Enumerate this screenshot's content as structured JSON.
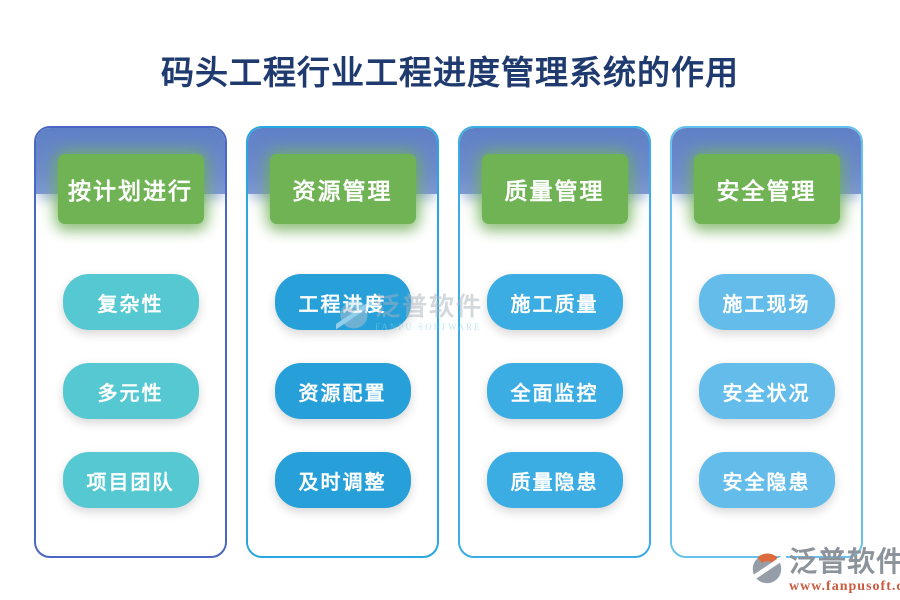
{
  "title": "码头工程行业工程进度管理系统的作用",
  "columns": [
    {
      "header": "按计划进行",
      "items": [
        "复杂性",
        "多元性",
        "项目团队"
      ],
      "pill_color": "#55c8d1",
      "border_color": "#4a68c2"
    },
    {
      "header": "资源管理",
      "items": [
        "工程进度",
        "资源配置",
        "及时调整"
      ],
      "pill_color": "#27a0da",
      "border_color": "#29a7e0"
    },
    {
      "header": "质量管理",
      "items": [
        "施工质量",
        "全面监控",
        "质量隐患"
      ],
      "pill_color": "#3cade3",
      "border_color": "#3aade5"
    },
    {
      "header": "安全管理",
      "items": [
        "施工现场",
        "安全状况",
        "安全隐患"
      ],
      "pill_color": "#63bce9",
      "border_color": "#66c1ec"
    }
  ],
  "colors": {
    "title": "#1e3a6e",
    "header_button": "#6fb354",
    "header_band": "#6583c8"
  },
  "watermark": {
    "name": "泛普软件",
    "subtitle": "FANPU SOFTWARE"
  },
  "brand": {
    "name": "泛普软件",
    "url": "www.fanpusoft.com"
  }
}
